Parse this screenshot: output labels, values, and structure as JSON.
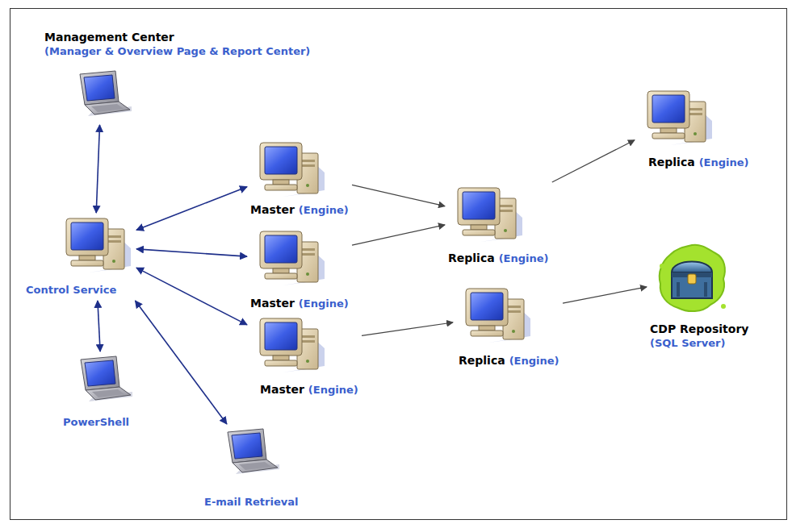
{
  "diagram": {
    "nodes": [
      {
        "text": [
          "Management Center",
          "(Manager & Overview Page & Report Center)"
        ]
      },
      {
        "text": [
          "Control Service"
        ]
      },
      {
        "text": [
          "Master",
          "(Engine)"
        ]
      },
      {
        "text": [
          "Master",
          "(Engine)"
        ]
      },
      {
        "text": [
          "Master",
          "(Engine)"
        ]
      },
      {
        "text": [
          "Replica",
          "(Engine)"
        ]
      },
      {
        "text": [
          "Replica",
          "(Engine)"
        ]
      },
      {
        "text": [
          "Replica",
          "(Engine)"
        ]
      },
      {
        "text": [
          "CDP Repository",
          "(SQL Server)"
        ]
      },
      {
        "text": [
          "PowerShell"
        ]
      },
      {
        "text": [
          "E-mail Retrieval"
        ]
      }
    ],
    "edges": [
      {
        "from": 0,
        "to": 1,
        "arrow": "both"
      },
      {
        "from": 1,
        "to": 2,
        "arrow": "both"
      },
      {
        "from": 1,
        "to": 3,
        "arrow": "both"
      },
      {
        "from": 1,
        "to": 4,
        "arrow": "both"
      },
      {
        "from": 1,
        "to": 9,
        "arrow": "both"
      },
      {
        "from": 1,
        "to": 10,
        "arrow": "both"
      },
      {
        "from": 2,
        "to": 5,
        "arrow": "to"
      },
      {
        "from": 3,
        "to": 5,
        "arrow": "to"
      },
      {
        "from": 4,
        "to": 7,
        "arrow": "to"
      },
      {
        "from": 5,
        "to": 6,
        "arrow": "to"
      },
      {
        "from": 7,
        "to": 8,
        "arrow": "to"
      }
    ]
  }
}
